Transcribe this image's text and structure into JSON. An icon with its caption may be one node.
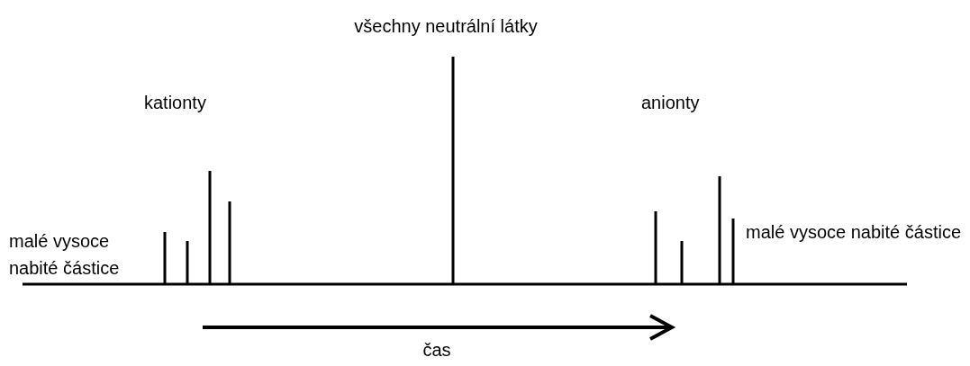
{
  "diagram": {
    "labels": [
      "všechny neutrální látky",
      "kationty",
      "anionty",
      "malé vysoce nabité částice",
      "malé vysoce nabité částice",
      "čas"
    ]
  }
}
